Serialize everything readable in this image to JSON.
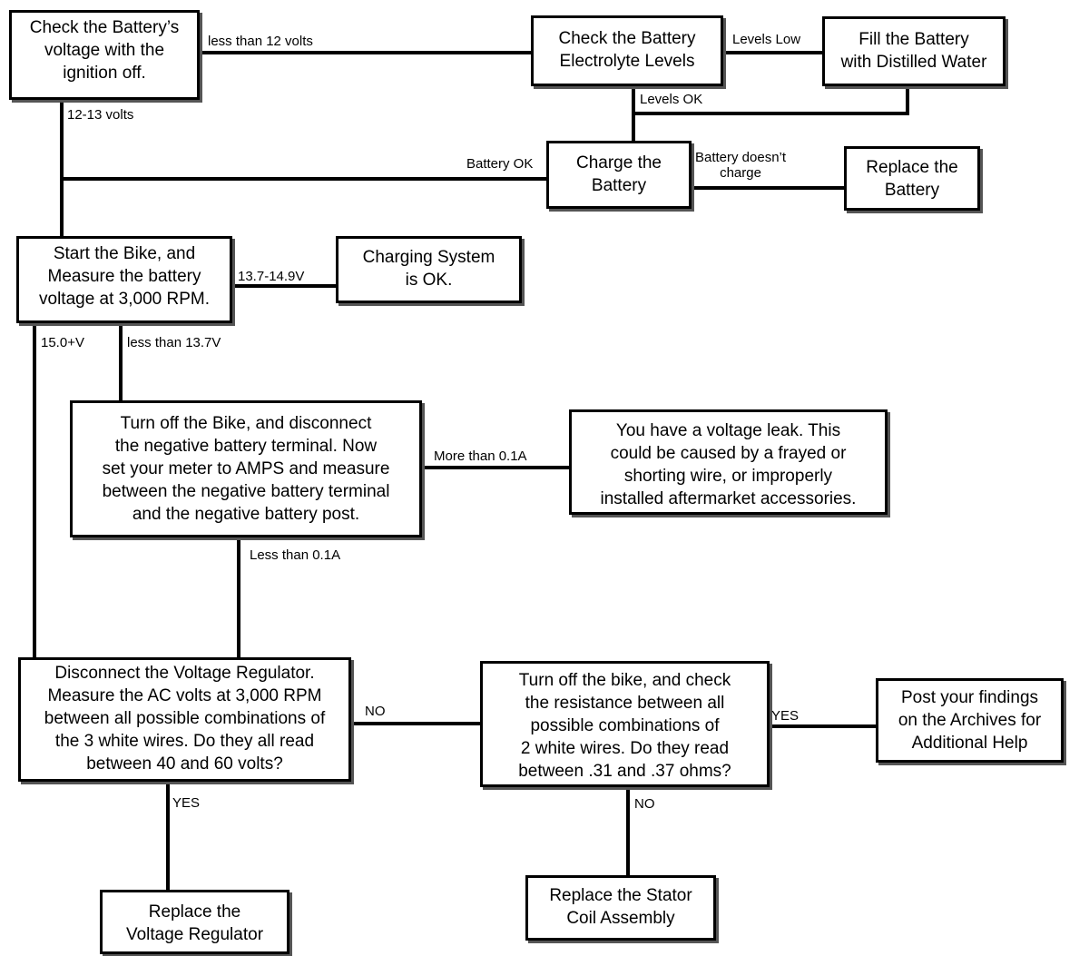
{
  "nodes": {
    "check_voltage": "Check the Battery’s\nvoltage with the\nignition off.",
    "check_electrolyte": "Check the Battery\nElectrolyte Levels",
    "fill_battery": "Fill the Battery\nwith Distilled Water",
    "charge_battery": "Charge the\nBattery",
    "replace_battery": "Replace the\nBattery",
    "start_bike": "Start the Bike, and\nMeasure the battery\nvoltage at 3,000 RPM.",
    "charging_ok": "Charging System\nis OK.",
    "turn_off_disconnect": "Turn off the Bike, and disconnect\nthe negative battery terminal.  Now\nset your meter to AMPS and measure\nbetween the negative battery terminal\nand the negative battery post.",
    "voltage_leak": "You have a voltage leak. This\ncould be caused by a frayed or\nshorting  wire, or improperly\ninstalled aftermarket accessories.",
    "disconnect_regulator": "Disconnect the Voltage Regulator.\nMeasure the AC volts at 3,000 RPM\nbetween all  possible combinations of\nthe 3 white wires.  Do they all  read\nbetween 40 and 60 volts?",
    "check_resistance": "Turn off the bike, and check\nthe resistance between all\npossible combinations of\n2 white wires.  Do they read\nbetween .31 and .37 ohms?",
    "post_findings": "Post your findings\non the Archives for\nAdditional Help",
    "replace_regulator": "Replace the\nVoltage Regulator",
    "replace_stator": "Replace the Stator\nCoil Assembly"
  },
  "edge_labels": {
    "less_than_12": "less than 12 volts",
    "levels_low": "Levels Low",
    "levels_ok": "Levels OK",
    "v12_13": "12-13 volts",
    "battery_ok": "Battery OK",
    "battery_doesnt_charge": "Battery doesn’t\ncharge",
    "v13_7_14_9": "13.7-14.9V",
    "v15_plus": "15.0+V",
    "less_than_13_7": "less than 13.7V",
    "more_than_0_1a": "More than 0.1A",
    "less_than_0_1a": "Less than 0.1A",
    "no_1": "NO",
    "yes_1": "YES",
    "yes_2": "YES",
    "no_2": "NO"
  }
}
